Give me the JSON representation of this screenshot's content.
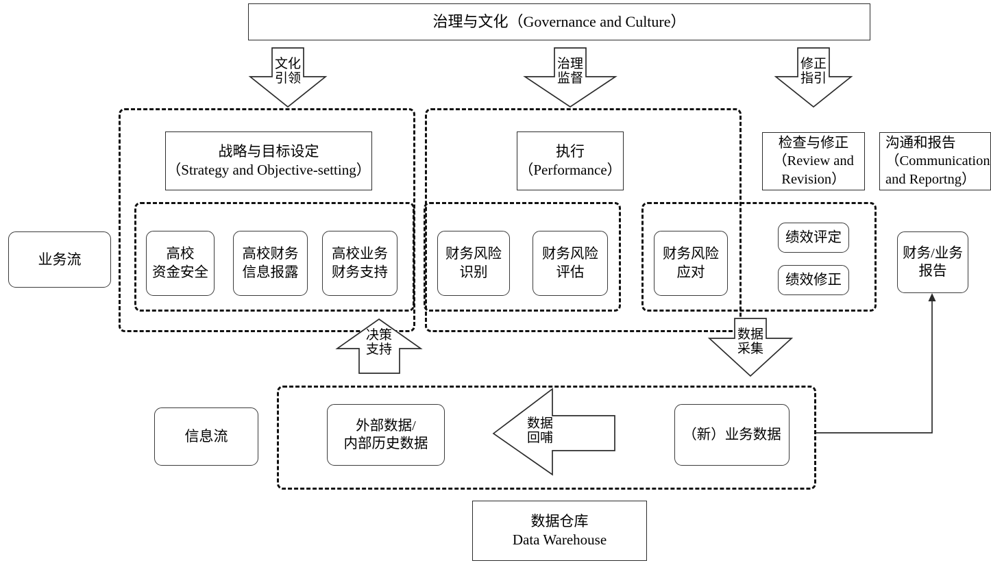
{
  "diagram": {
    "title_box": {
      "label": "治理与文化（Governance and Culture）"
    },
    "top_arrows": [
      {
        "name": "culture-leading",
        "label": "文化\n引领"
      },
      {
        "name": "governance-supervision",
        "label": "治理\n监督"
      },
      {
        "name": "revision-guidance",
        "label": "修正\n指引"
      }
    ],
    "flow_labels": [
      {
        "name": "business-flow",
        "label": "业务流"
      },
      {
        "name": "information-flow",
        "label": "信息流"
      }
    ],
    "coso_components": [
      {
        "name": "strategy-objective-setting",
        "label": "战略与目标设定\n（Strategy and Objective-setting）"
      },
      {
        "name": "performance",
        "label": "执行\n（Performance）"
      },
      {
        "name": "review-revision",
        "label": "检查与修正\n（Review and\nRevision）"
      },
      {
        "name": "communication-reporting",
        "label": "沟通和报告\n（Communication，\nand Reportng）"
      }
    ],
    "strategy_items": [
      {
        "name": "university-fund-safety",
        "label": "高校\n资金安全"
      },
      {
        "name": "university-finance-disclosure",
        "label": "高校财务\n信息报露"
      },
      {
        "name": "university-business-finance-support",
        "label": "高校业务\n财务支持"
      }
    ],
    "performance_items": [
      {
        "name": "financial-risk-identification",
        "label": "财务风险\n识别"
      },
      {
        "name": "financial-risk-assessment",
        "label": "财务风险\n评估"
      }
    ],
    "review_items": [
      {
        "name": "financial-risk-response",
        "label": "财务风险\n应对"
      },
      {
        "name": "performance-evaluation",
        "label": "绩效评定"
      },
      {
        "name": "performance-revision",
        "label": "绩效修正"
      }
    ],
    "report_node": {
      "name": "finance-business-report",
      "label": "财务/业务\n报告"
    },
    "mid_arrows": [
      {
        "name": "decision-support",
        "label": "决策\n支持",
        "direction": "up"
      },
      {
        "name": "data-collection",
        "label": "数据\n采集",
        "direction": "down"
      }
    ],
    "data_layer": {
      "items": [
        {
          "name": "external-internal-historical-data",
          "label": "外部数据/\n内部历史数据"
        },
        {
          "name": "new-business-data",
          "label": "（新）业务数据"
        }
      ],
      "feedback_arrow": {
        "name": "data-feedback",
        "label": "数据\n回哺",
        "direction": "left"
      }
    },
    "warehouse_box": {
      "name": "data-warehouse",
      "label": "数据仓库\nData Warehouse"
    },
    "colors": {
      "stroke": "#2b2b2b",
      "dashed_stroke": "#111111",
      "background": "#ffffff",
      "text": "#000000"
    }
  }
}
